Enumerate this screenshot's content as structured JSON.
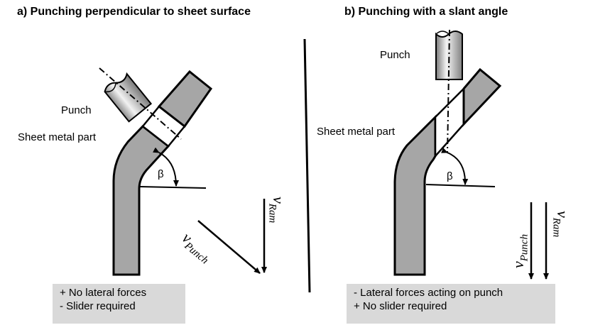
{
  "panel_a": {
    "title": "a) Punching perpendicular to sheet surface",
    "punch_label": "Punch",
    "sheet_label": "Sheet metal part",
    "angle_symbol": "β",
    "v_punch": "v",
    "v_punch_sub": "Punch",
    "v_ram": "v",
    "v_ram_sub": "Ram",
    "notes": [
      "+ No lateral forces",
      "- Slider required"
    ]
  },
  "panel_b": {
    "title": "b) Punching with a slant angle",
    "punch_label": "Punch",
    "sheet_label": "Sheet metal part",
    "angle_symbol": "β",
    "v_punch": "v",
    "v_punch_sub": "Punch",
    "v_ram": "v",
    "v_ram_sub": "Ram",
    "notes": [
      "- Lateral forces acting on punch",
      "+ No slider required"
    ]
  },
  "colors": {
    "sheet_fill": "#a6a6a6",
    "note_bg": "#d9d9d9",
    "stroke": "#000000"
  }
}
